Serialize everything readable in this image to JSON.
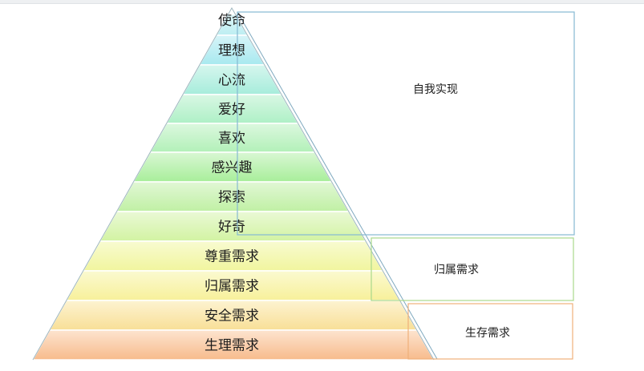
{
  "pyramid": {
    "layers": [
      {
        "label": "使命",
        "color_top": "#ddf5f7",
        "color_bottom": "#bdeef2"
      },
      {
        "label": "理想",
        "color_top": "#d6f4f8",
        "color_bottom": "#a8e9ef"
      },
      {
        "label": "心流",
        "color_top": "#d6f6ee",
        "color_bottom": "#a6ecdb"
      },
      {
        "label": "爱好",
        "color_top": "#d9f7e4",
        "color_bottom": "#aef0c6"
      },
      {
        "label": "喜欢",
        "color_top": "#dcf8df",
        "color_bottom": "#b2f0b8"
      },
      {
        "label": "感兴趣",
        "color_top": "#d9f7d4",
        "color_bottom": "#a8ee9a"
      },
      {
        "label": "探索",
        "color_top": "#e1f7d5",
        "color_bottom": "#c0f0a4"
      },
      {
        "label": "好奇",
        "color_top": "#eaf9d6",
        "color_bottom": "#d2f3a2"
      },
      {
        "label": "尊重需求",
        "color_top": "#f8fbd1",
        "color_bottom": "#f1f59e"
      },
      {
        "label": "归属需求",
        "color_top": "#fbfad1",
        "color_bottom": "#f7f09a"
      },
      {
        "label": "安全需求",
        "color_top": "#fdf3d1",
        "color_bottom": "#f8df97"
      },
      {
        "label": "生理需求",
        "color_top": "#fde4cf",
        "color_bottom": "#f7bb8c"
      }
    ]
  },
  "boxes": [
    {
      "label": "自我实现",
      "border": "#86b9d3"
    },
    {
      "label": "归属需求",
      "border": "#a9d98b"
    },
    {
      "label": "生存需求",
      "border": "#efb07a"
    }
  ]
}
